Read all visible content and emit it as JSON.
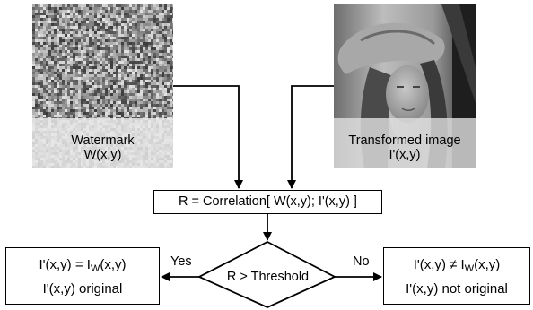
{
  "watermark": {
    "title": "Watermark",
    "formula": "W(x,y)"
  },
  "transformed": {
    "title": "Transformed image",
    "formula": "I'(x,y)"
  },
  "correlation": {
    "text": "R = Correlation[ W(x,y); I'(x,y) ]"
  },
  "decision": {
    "text": "R > Threshold",
    "yes_label": "Yes",
    "no_label": "No"
  },
  "outcome_yes": {
    "lhs": "I'(x,y) = I",
    "sub": "W",
    "rhs": "(x,y)",
    "verdict": "I'(x,y) original"
  },
  "outcome_no": {
    "lhs": "I'(x,y) ≠ I",
    "sub": "W",
    "rhs": "(x,y)",
    "verdict": "I'(x,y) not original"
  }
}
